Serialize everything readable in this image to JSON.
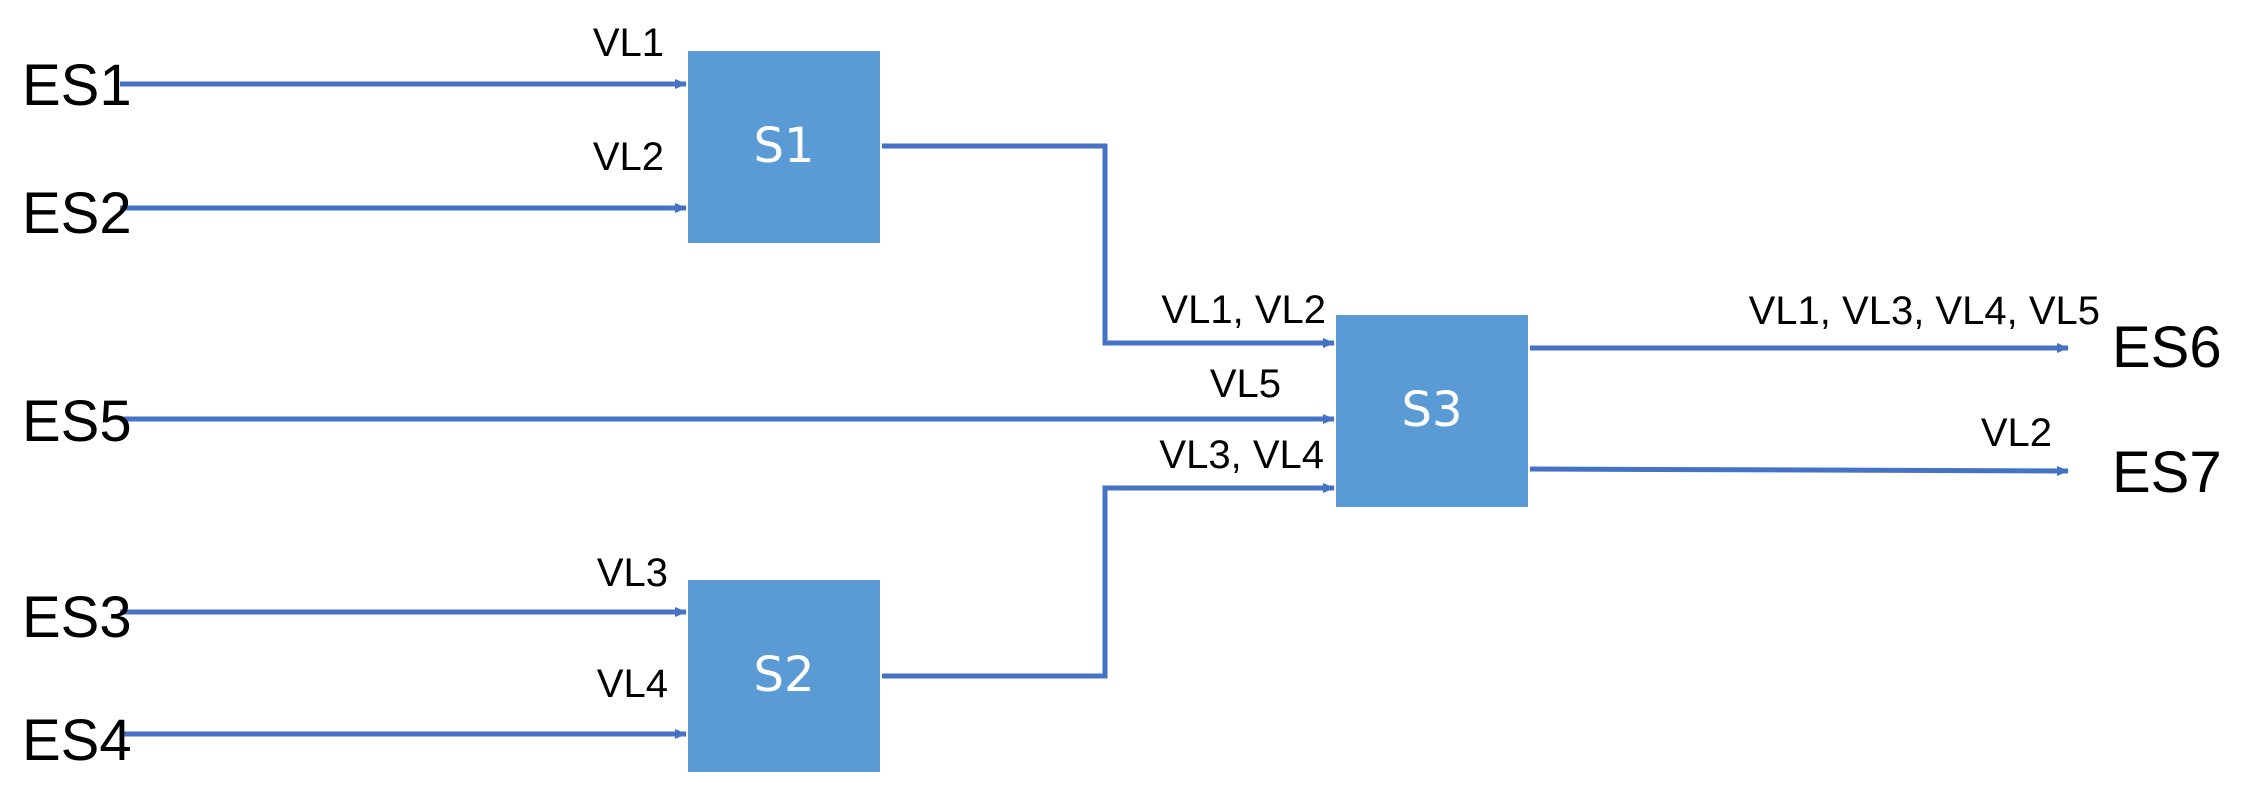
{
  "colors": {
    "switch_fill": "#5B9BD5",
    "link": "#4472C4",
    "text": "#000000",
    "switch_text": "#ffffff"
  },
  "end_systems": {
    "es1": "ES1",
    "es2": "ES2",
    "es3": "ES3",
    "es4": "ES4",
    "es5": "ES5",
    "es6": "ES6",
    "es7": "ES7"
  },
  "switches": {
    "s1": "S1",
    "s2": "S2",
    "s3": "S3"
  },
  "links": {
    "es1_s1": "VL1",
    "es2_s1": "VL2",
    "es3_s2": "VL3",
    "es4_s2": "VL4",
    "s1_s3": "VL1, VL2",
    "es5_s3": "VL5",
    "s2_s3": "VL3, VL4",
    "s3_es6": "VL1, VL3, VL4, VL5",
    "s3_es7": "VL2"
  }
}
